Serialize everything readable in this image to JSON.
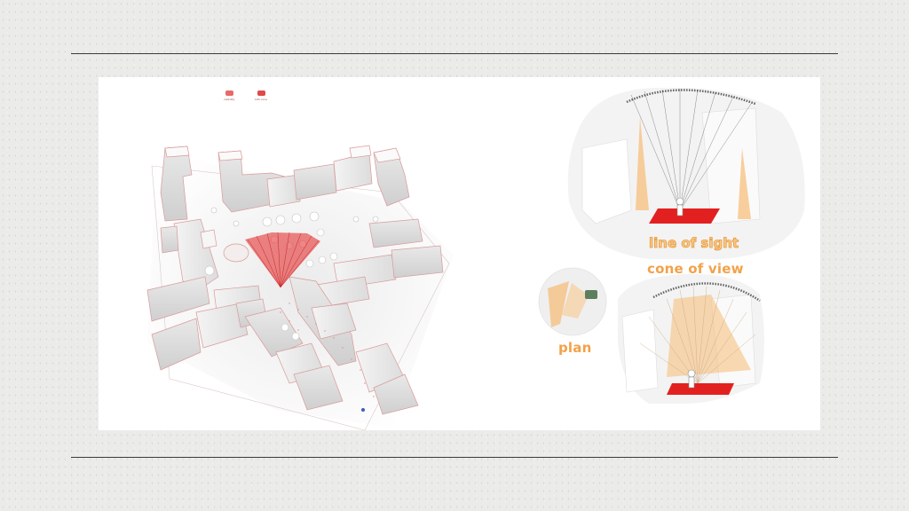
{
  "slide": {
    "background": "#ebebea",
    "rule_color": "#3a3a3a"
  },
  "legend": [
    {
      "label": "visibility",
      "color": "#e66a6a"
    },
    {
      "label": "LOS cone",
      "color": "#dd4a4a"
    }
  ],
  "labels": {
    "line_of_sight": "line of sight",
    "cone_of_view": "cone of view",
    "plan": "plan"
  },
  "colors": {
    "accent_orange": "#f2a24a",
    "view_red": "#e32020",
    "block_edge": "#d99a9a"
  },
  "icons": [
    "figure-icon",
    "viewer-icon"
  ]
}
